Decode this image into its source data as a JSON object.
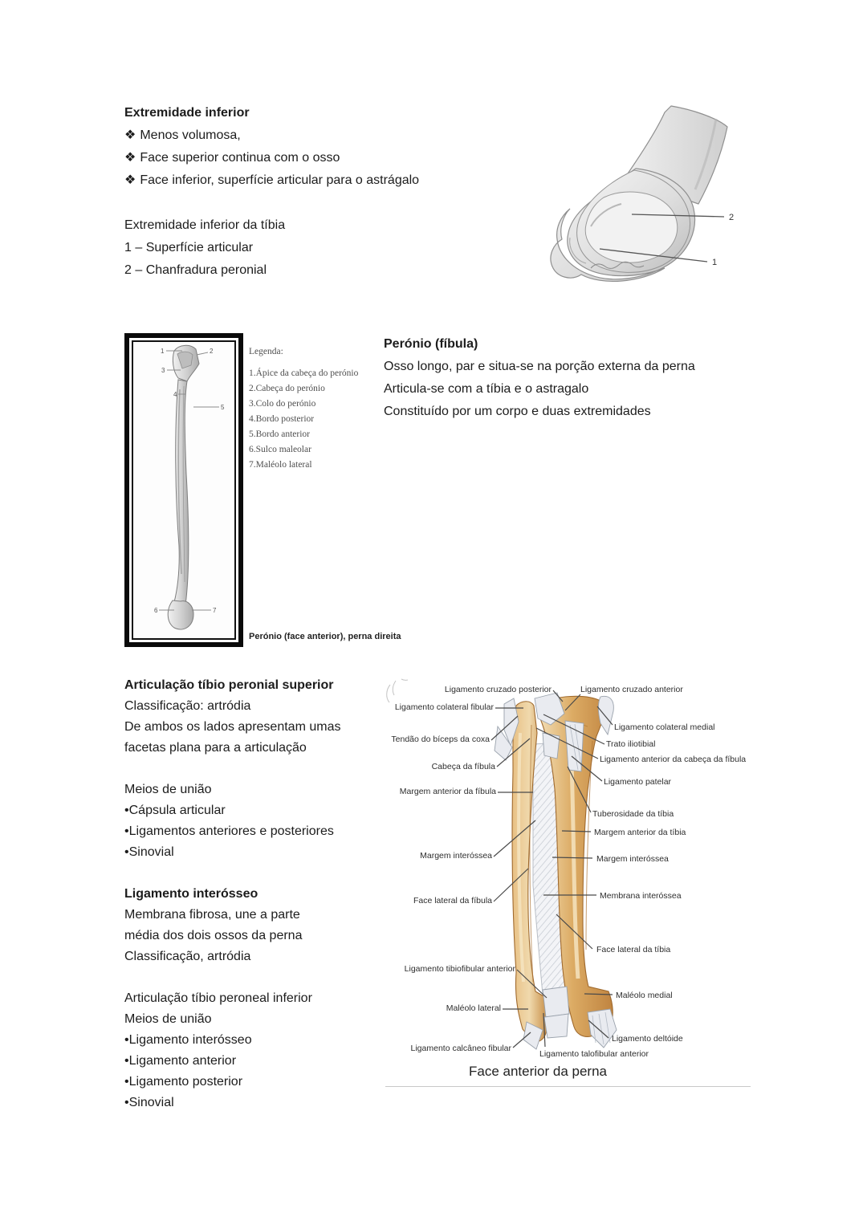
{
  "extremidade_inferior": {
    "title": "Extremidade inferior",
    "bullet_glyph": "❖",
    "bullets": [
      "Menos volumosa,",
      "Face superior continua com o osso",
      "Face inferior, superfície articular para o astrágalo"
    ],
    "subtitle": "Extremidade inferior da tíbia",
    "numbered": [
      "1 – Superfície articular",
      "2 – Chanfradura peronial"
    ]
  },
  "fig_extremidade": {
    "labels": [
      "2",
      "1"
    ]
  },
  "fig_peronio": {
    "markers": [
      "1",
      "2",
      "3",
      "4",
      "5",
      "6",
      "7"
    ],
    "legend_title": "Legenda:",
    "legend": [
      "1.Ápice da cabeça do perónio",
      "2.Cabeça do perónio",
      "3.Colo do perónio",
      "4.Bordo posterior",
      "5.Bordo anterior",
      "6.Sulco maleolar",
      "7.Maléolo lateral"
    ],
    "caption": "Perónio (face anterior), perna direita"
  },
  "peronio": {
    "title": "Perónio (fíbula)",
    "lines": [
      "Osso longo, par e situa-se na porção externa da perna",
      "Articula-se com a tíbia e o astragalo",
      "Constituído por um corpo e duas extremidades"
    ]
  },
  "articulacao_superior": {
    "title": "Articulação tíbio peronial superior",
    "lines": [
      "Classificação: artródia",
      "De ambos os lados apresentam umas",
      "facetas plana para a articulação"
    ],
    "meios_title": "Meios de união",
    "bullet_glyph": "•",
    "meios": [
      "Cápsula articular",
      "Ligamentos anteriores e posteriores",
      "Sinovial"
    ]
  },
  "ligamento_interosseo": {
    "title": "Ligamento interósseo",
    "lines": [
      "Membrana fibrosa, une a parte",
      "média dos dois ossos da perna",
      "Classificação, artródia"
    ]
  },
  "articulacao_inferior": {
    "title": "Articulação tíbio peroneal inferior",
    "meios_title": "Meios de união",
    "bullet_glyph": "•",
    "meios": [
      "Ligamento interósseo",
      "Ligamento anterior",
      "Ligamento posterior",
      "Sinovial"
    ]
  },
  "fig_perna": {
    "left_labels": [
      "Ligamento cruzado posterior",
      "Ligamento colateral fibular",
      "Tendão do bíceps da coxa",
      "Cabeça da fíbula",
      "Margem anterior da fíbula",
      "Margem interóssea",
      "Face lateral da fíbula",
      "Ligamento tibiofibular anterior",
      "Maléolo lateral",
      "Ligamento calcâneo fibular"
    ],
    "right_labels": [
      "Ligamento cruzado anterior",
      "Ligamento colateral medial",
      "Trato iliotibial",
      "Ligamento anterior da cabeça da fíbula",
      "Ligamento patelar",
      "Tuberosidade da tíbia",
      "Margem anterior da tíbia",
      "Margem interóssea",
      "Membrana interóssea",
      "Face lateral da tíbia",
      "Maléolo medial",
      "Ligamento deltóide",
      "Ligamento talofibular anterior"
    ],
    "caption": "Face anterior da perna"
  },
  "colors": {
    "bone_tan": "#d8a55e",
    "bone_tan_dark": "#b5793a",
    "bone_tan_light": "#f2ddb4",
    "bone_gray": "#dcdcdc",
    "ligament_gray": "#e9ebf0",
    "text": "#1c1c1c"
  }
}
